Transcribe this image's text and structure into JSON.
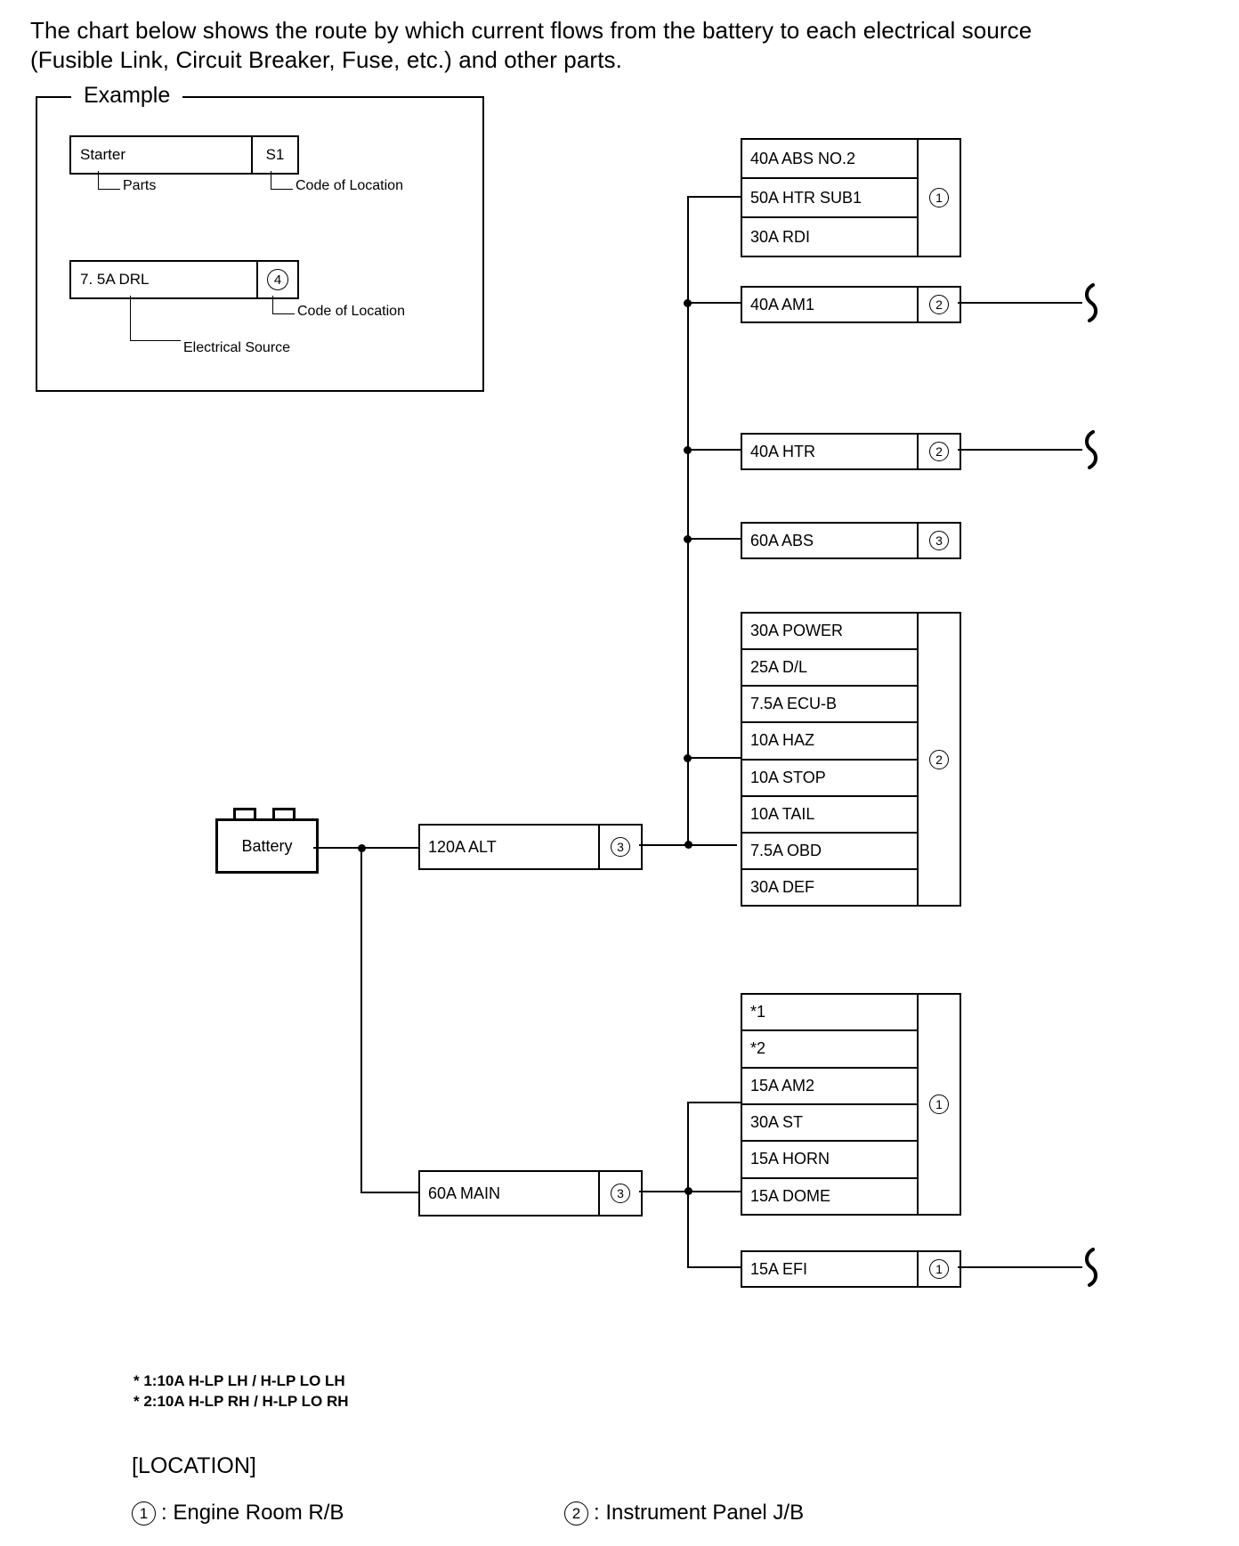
{
  "intro": {
    "line1": "The chart below shows the route by which current flows from the battery to each electrical source",
    "line2": "(Fusible Link, Circuit Breaker, Fuse, etc.) and other parts."
  },
  "example": {
    "legend": "Example",
    "box1": {
      "label": "Starter",
      "code": "S1"
    },
    "box1_callout_left": "Parts",
    "box1_callout_right": "Code of Location",
    "box2": {
      "label": "7. 5A DRL",
      "code": "4"
    },
    "box2_callout_right": "Code of Location",
    "box2_callout_left": "Electrical Source"
  },
  "battery": {
    "label": "Battery"
  },
  "main_links": [
    {
      "name": "alt-link",
      "label": "120A ALT",
      "code": "3"
    },
    {
      "name": "main-link",
      "label": "60A MAIN",
      "code": "3"
    }
  ],
  "blocks": {
    "engine_room_top": {
      "code": "1",
      "rows": [
        "40A ABS NO.2",
        "50A HTR SUB1",
        "30A RDI"
      ]
    },
    "instrument_panel": {
      "code": "2",
      "rows": [
        "30A POWER",
        "25A D/L",
        "7.5A ECU-B",
        "10A HAZ",
        "10A STOP",
        "10A TAIL",
        "7.5A OBD",
        "30A DEF"
      ]
    },
    "engine_room_lower": {
      "code": "1",
      "rows": [
        "*1",
        "*2",
        "15A AM2",
        "30A ST",
        "15A HORN",
        "15A DOME"
      ]
    }
  },
  "single_fuses": [
    {
      "name": "am1",
      "label": "40A AM1",
      "code": "2",
      "continues": true
    },
    {
      "name": "htr",
      "label": "40A HTR",
      "code": "2",
      "continues": true
    },
    {
      "name": "abs",
      "label": "60A ABS",
      "code": "3",
      "continues": false
    },
    {
      "name": "efi",
      "label": "15A EFI",
      "code": "1",
      "continues": true
    }
  ],
  "footnotes": [
    "* 1:10A H-LP LH / H-LP LO LH",
    "* 2:10A H-LP RH / H-LP LO RH"
  ],
  "location": {
    "title": "[LOCATION]",
    "items": [
      {
        "code": "1",
        "text": ": Engine Room R/B"
      },
      {
        "code": "2",
        "text": ": Instrument Panel J/B"
      }
    ]
  }
}
